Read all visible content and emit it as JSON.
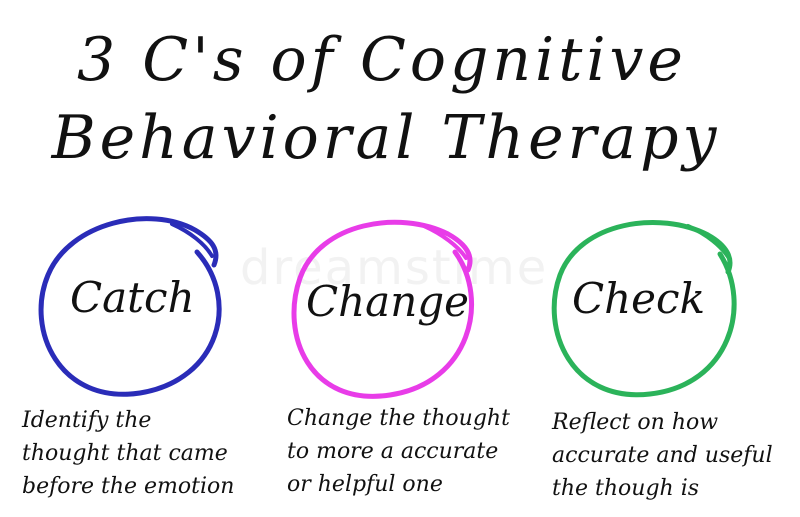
{
  "title": {
    "line1": "3 C's of Cognitive",
    "line2": "Behavioral Therapy"
  },
  "watermark": "dreamstime",
  "colors": {
    "catch": "#2a2cb8",
    "change": "#e83ce8",
    "check": "#2bb35a"
  },
  "steps": [
    {
      "label": "Catch",
      "description": [
        "Identify the",
        "thought that came",
        "before the emotion"
      ]
    },
    {
      "label": "Change",
      "description": [
        "Change the thought",
        "to more a accurate",
        "or helpful one"
      ]
    },
    {
      "label": "Check",
      "description": [
        "Reflect on how",
        "accurate and useful",
        "the though is"
      ]
    }
  ]
}
